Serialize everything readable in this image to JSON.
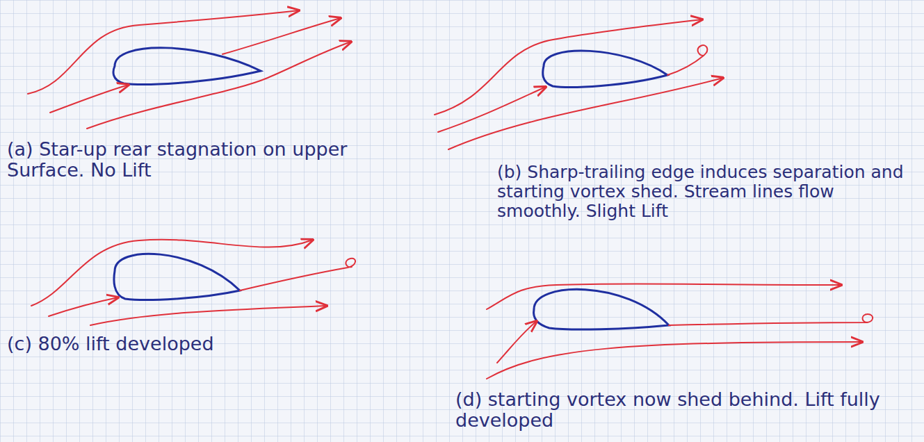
{
  "diagram": {
    "labels": [
      "(a) Star-up rear stagnation on upper Surface. No Lift",
      "(b) Sharp-trailing edge induces separation and starting vortex shed. Stream lines flow smoothly. Slight Lift",
      "(c) 80% lift developed",
      "(d) starting vortex now shed behind. Lift fully developed"
    ]
  }
}
